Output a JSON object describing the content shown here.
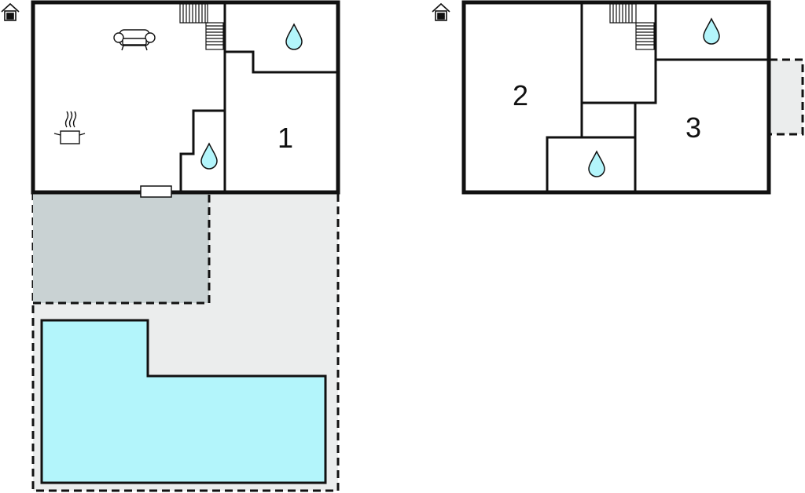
{
  "floors": [
    {
      "id": "ground-floor",
      "level": 0,
      "icon": "house-level-0-icon",
      "rooms": [
        {
          "id": "living-room",
          "label": "",
          "icon": "sofa-icon"
        },
        {
          "id": "kitchen",
          "label": "",
          "icon": "cooking-pot-icon"
        },
        {
          "id": "bathroom-upper",
          "label": "",
          "icon": "water-drop-icon"
        },
        {
          "id": "bathroom-lower",
          "label": "",
          "icon": "water-drop-icon"
        },
        {
          "id": "bedroom-1",
          "label": "1"
        }
      ],
      "outdoor": [
        {
          "id": "covered-terrace",
          "type": "terrace"
        },
        {
          "id": "garden",
          "type": "yard"
        },
        {
          "id": "swimming-pool",
          "type": "pool"
        }
      ]
    },
    {
      "id": "first-floor",
      "level": 1,
      "icon": "house-level-1-icon",
      "rooms": [
        {
          "id": "bedroom-2",
          "label": "2"
        },
        {
          "id": "bedroom-3",
          "label": "3"
        },
        {
          "id": "bathroom-top",
          "label": "",
          "icon": "water-drop-icon"
        },
        {
          "id": "bathroom-bottom",
          "label": "",
          "icon": "water-drop-icon"
        },
        {
          "id": "balcony",
          "type": "balcony"
        }
      ]
    }
  ],
  "colors": {
    "wall": "#111111",
    "pool": "#b3f5fb",
    "covered_terrace": "#c9d2d3",
    "outdoor_area": "#ebeded",
    "background": "#ffffff"
  }
}
